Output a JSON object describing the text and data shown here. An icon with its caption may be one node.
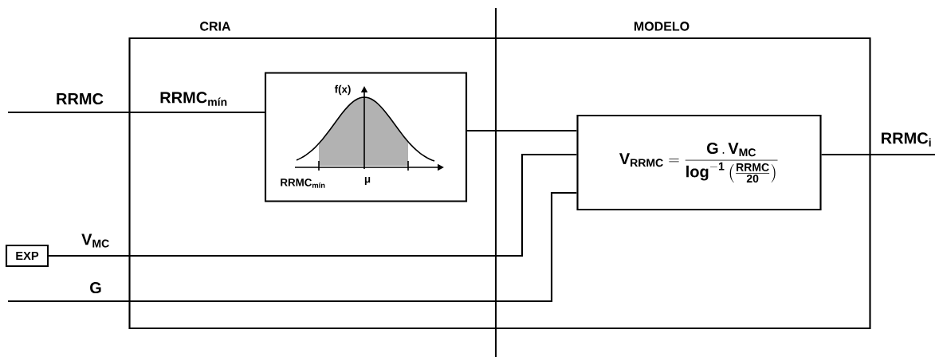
{
  "diagram": {
    "nodes": [
      {
        "text": [],
        "shape": "box"
      },
      {
        "text": [
          "f(x)",
          "RRMC$_{mín}$",
          "μ"
        ],
        "in": 0
      },
      {
        "text": [
          "\\mathbf{V}_{\\mathbf{RRMC}}=\\frac{\\mathbf{G\\,.\\,V}_{\\mathbf{MC}}}{\\mathbf{log}^{\\mathbf{-1}}\\left(\\frac{\\mathbf{RRMC}}{\\mathbf{20}}\\right)}"
        ],
        "in": 0
      },
      {
        "text": [
          "EXP"
        ]
      }
    ],
    "edges": [
      {
        "from": null,
        "to": 1,
        "arrow": "none",
        "label": "RRMC"
      },
      {
        "from": 1,
        "to": 2,
        "arrow": "none"
      },
      {
        "from": 3,
        "to": 2,
        "arrow": "none",
        "label": "V$_{MC}$"
      },
      {
        "from": null,
        "to": 2,
        "arrow": "none",
        "label": "G"
      },
      {
        "from": 2,
        "to": null,
        "arrow": "none",
        "label": "RRMC$_{i}$"
      }
    ],
    "labels": [
      "CRIA",
      "MODELO",
      "RRMC$_{mín}$"
    ]
  }
}
